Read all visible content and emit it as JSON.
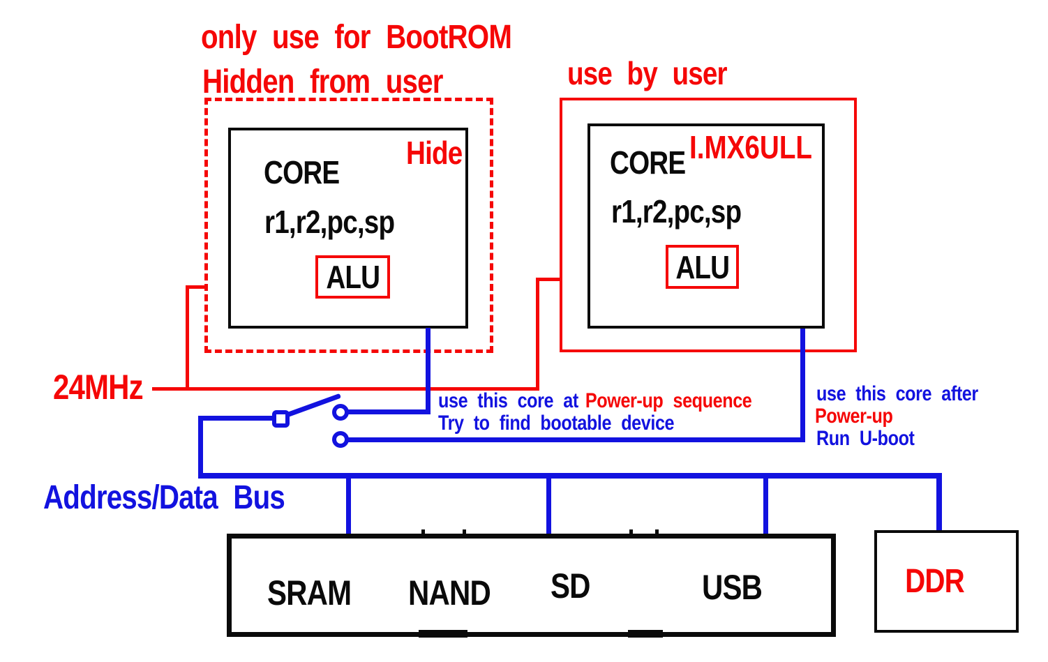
{
  "colors": {
    "red": "#f50707",
    "blue": "#1212df",
    "black": "#0a0a0a"
  },
  "annotations": {
    "bootrom_line1": "only use for BootROM",
    "bootrom_line2": "Hidden from user",
    "user_title": "use by user",
    "hide": "Hide",
    "chip": "I.MX6ULL",
    "clock": "24MHz",
    "bus": "Address/Data Bus"
  },
  "note_boot": {
    "blue1": "use this core at",
    "red1": "Power-up sequence",
    "line2": "Try to find bootable device"
  },
  "note_user": {
    "line1": "use this core after",
    "line2": "Power-up",
    "line3": "Run U-boot"
  },
  "hidden_core": {
    "title": "CORE",
    "registers": "r1,r2,pc,sp",
    "alu": "ALU"
  },
  "user_core": {
    "title": "CORE",
    "registers": "r1,r2,pc,sp",
    "alu": "ALU"
  },
  "peripherals": [
    {
      "label": "SRAM"
    },
    {
      "label": "NAND"
    },
    {
      "label": "SD"
    },
    {
      "label": "USB"
    }
  ],
  "ddr": {
    "label": "DDR"
  }
}
